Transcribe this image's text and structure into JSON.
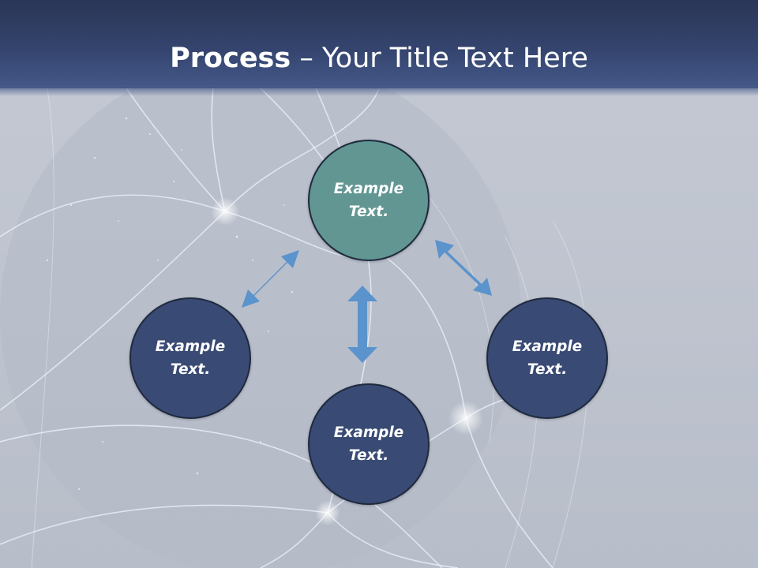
{
  "slide": {
    "title_bold": "Process",
    "title_rest": " – Your Title Text Here"
  },
  "diagram": {
    "nodes": {
      "top": "Example\nText.",
      "left": "Example\nText.",
      "right": "Example\nText.",
      "bottom": "Example\nText."
    },
    "colors": {
      "accent_node": "#629693",
      "node": "#394a74",
      "arrow": "#5b93cc",
      "header": "#34446e"
    },
    "arrow_icons": [
      "double-arrow-icon",
      "double-arrow-icon",
      "double-arrow-icon"
    ]
  }
}
